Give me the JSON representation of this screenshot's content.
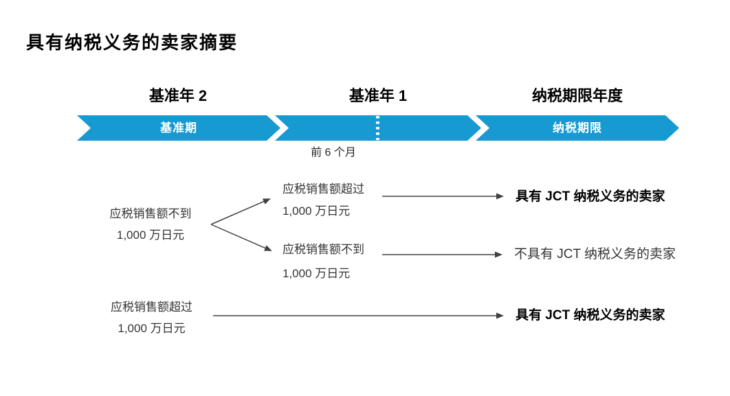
{
  "header": {
    "title": "具有纳税义务的卖家摘要"
  },
  "colors": {
    "band_blue": "#1799d1",
    "band_text": "#ffffff",
    "arrow_gray": "#404040",
    "body_text": "#333333"
  },
  "timeline": {
    "columns": [
      {
        "year_label": "基准年 2",
        "band_label": "基准期"
      },
      {
        "year_label": "基准年 1",
        "band_label": ""
      },
      {
        "year_label": "纳税期限年度",
        "band_label": "纳税期限"
      }
    ],
    "first_half_note": "前 6 个月"
  },
  "flow": {
    "case1": {
      "base2": {
        "line1": "应税销售额不到",
        "line2": "1,000 万日元"
      },
      "branch_over": {
        "line1": "应税销售额超过",
        "line2": "1,000 万日元",
        "outcome": "具有 JCT 纳税义务的卖家",
        "outcome_bold": true
      },
      "branch_under": {
        "line1": "应税销售额不到",
        "line2": "1,000 万日元",
        "outcome": "不具有 JCT 纳税义务的卖家",
        "outcome_bold": false
      }
    },
    "case2": {
      "base2": {
        "line1": "应税销售额超过",
        "line2": "1,000 万日元"
      },
      "outcome": "具有 JCT 纳税义务的卖家",
      "outcome_bold": true
    }
  }
}
